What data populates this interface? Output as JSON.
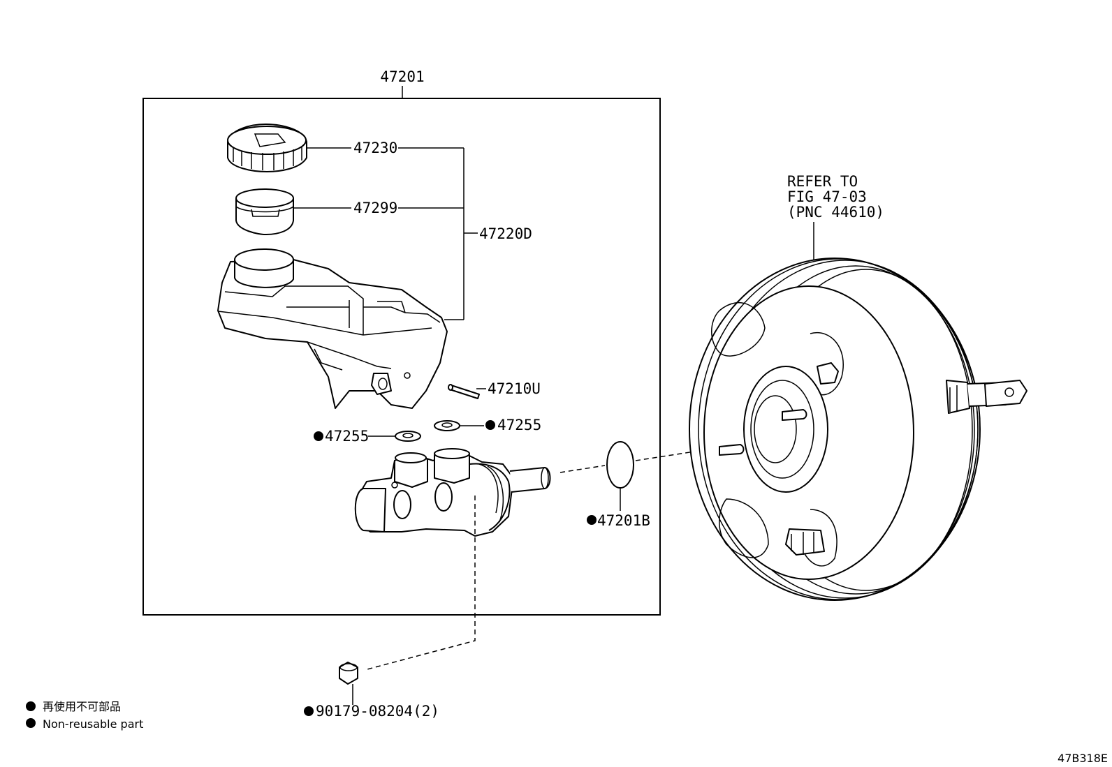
{
  "labels": {
    "assembly": "47201",
    "cap": "47230",
    "strainer": "47299",
    "reservoir_set": "47220D",
    "pin": "47210U",
    "grommet_left": "47255",
    "grommet_right": "47255",
    "oring": "47201B",
    "plug": "90179-08204(2)",
    "refer_line1": "REFER TO",
    "refer_line2": "FIG 47-03",
    "refer_line3": "(PNC 44610)"
  },
  "legend": {
    "line1": "再使用不可部品",
    "line2": "Non-reusable part"
  },
  "figure_code": "47B318E"
}
